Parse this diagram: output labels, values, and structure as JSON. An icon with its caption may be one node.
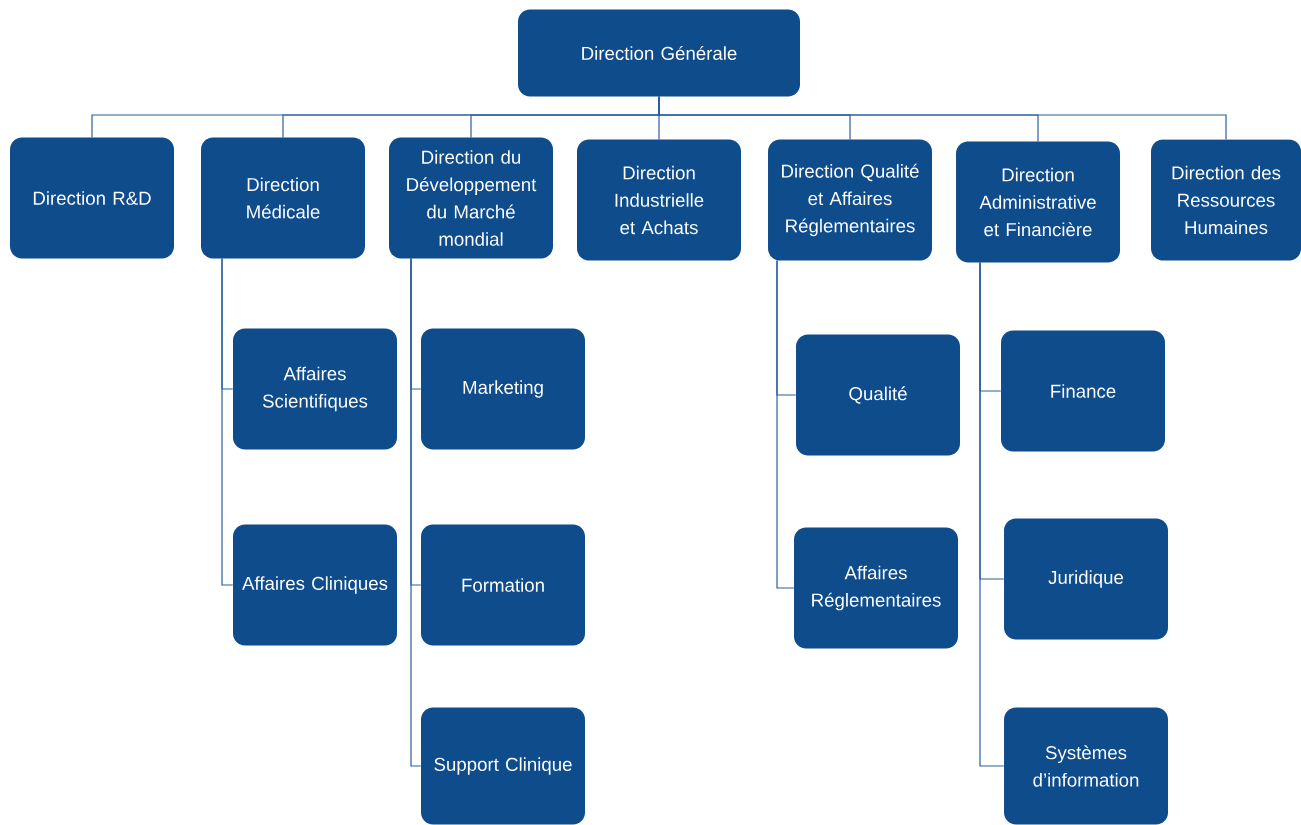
{
  "diagram": {
    "nodes": [
      {
        "text": [
          "Direction Générale"
        ]
      },
      {
        "text": [
          "Direction R&D"
        ]
      },
      {
        "text": [
          "Direction Médicale"
        ]
      },
      {
        "text": [
          "Direction du Développement du Marché mondial"
        ]
      },
      {
        "text": [
          "Direction Industrielle et Achats"
        ]
      },
      {
        "text": [
          "Direction Qualité et Affaires Réglementaires"
        ]
      },
      {
        "text": [
          "Direction Administrative et Financière"
        ]
      },
      {
        "text": [
          "Direction des Ressources Humaines"
        ]
      },
      {
        "text": [
          "Affaires Scientifiques"
        ]
      },
      {
        "text": [
          "Affaires Cliniques"
        ]
      },
      {
        "text": [
          "Marketing"
        ]
      },
      {
        "text": [
          "Formation"
        ]
      },
      {
        "text": [
          "Support Clinique"
        ]
      },
      {
        "text": [
          "Qualité"
        ]
      },
      {
        "text": [
          "Affaires Réglementaires"
        ]
      },
      {
        "text": [
          "Finance"
        ]
      },
      {
        "text": [
          "Juridique"
        ]
      },
      {
        "text": [
          "Systèmes d’information"
        ]
      }
    ],
    "edges": [
      {
        "from": 0,
        "to": 1,
        "arrow": "none"
      },
      {
        "from": 0,
        "to": 2,
        "arrow": "none"
      },
      {
        "from": 0,
        "to": 3,
        "arrow": "none"
      },
      {
        "from": 0,
        "to": 4,
        "arrow": "none"
      },
      {
        "from": 0,
        "to": 5,
        "arrow": "none"
      },
      {
        "from": 0,
        "to": 6,
        "arrow": "none"
      },
      {
        "from": 0,
        "to": 7,
        "arrow": "none"
      },
      {
        "from": 2,
        "to": 8,
        "arrow": "none"
      },
      {
        "from": 2,
        "to": 9,
        "arrow": "none"
      },
      {
        "from": 3,
        "to": 10,
        "arrow": "none"
      },
      {
        "from": 3,
        "to": 11,
        "arrow": "none"
      },
      {
        "from": 3,
        "to": 12,
        "arrow": "none"
      },
      {
        "from": 5,
        "to": 13,
        "arrow": "none"
      },
      {
        "from": 5,
        "to": 14,
        "arrow": "none"
      },
      {
        "from": 6,
        "to": 15,
        "arrow": "none"
      },
      {
        "from": 6,
        "to": 16,
        "arrow": "none"
      },
      {
        "from": 6,
        "to": 17,
        "arrow": "none"
      }
    ]
  }
}
